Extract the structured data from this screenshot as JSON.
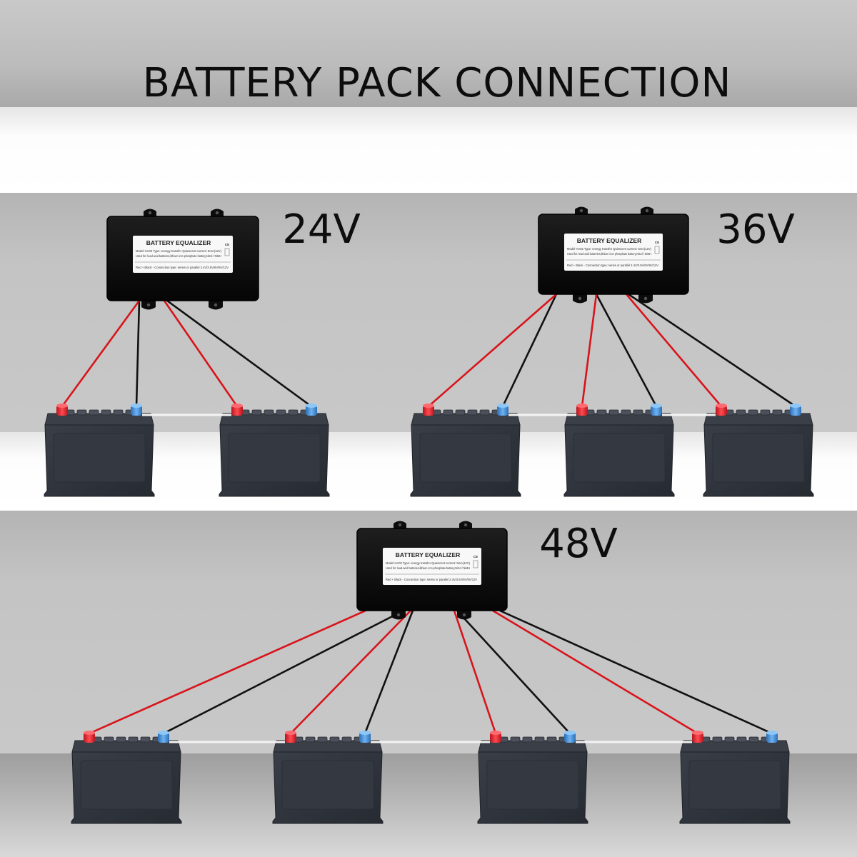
{
  "title": "BATTERY PACK CONNECTION",
  "colors": {
    "positive_wire": "#d8141b",
    "negative_wire": "#111111",
    "positive_terminal": "#e4323a",
    "negative_terminal": "#3f8fd8",
    "battery_body": "#2f333b",
    "equalizer_body": "#111111"
  },
  "equalizer_label": {
    "heading": "BATTERY EQUALIZER",
    "model_line": "Model HA02  Type: energy transfer  Quiescent current: 5mA(12V)",
    "used_line": "Used for: lead-acid batteries,lithium iron phosphate battery,NiCd / NiMH",
    "connection_line": "Red + Black -   Connection type: series or parallel  2.4V/3.6V/6V/8V/12V",
    "ce_mark": "CE"
  },
  "groups": [
    {
      "id": "24v",
      "voltage_label": "24V",
      "battery_count": 2
    },
    {
      "id": "36v",
      "voltage_label": "36V",
      "battery_count": 3
    },
    {
      "id": "48v",
      "voltage_label": "48V",
      "battery_count": 4
    }
  ]
}
